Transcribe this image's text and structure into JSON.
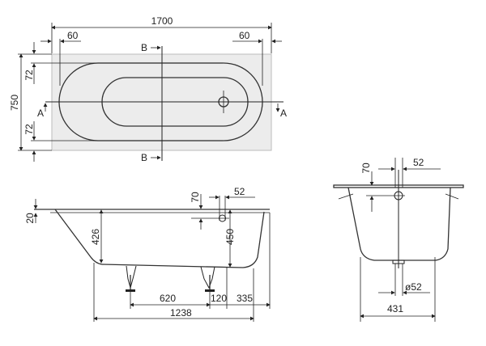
{
  "top_view": {
    "length": "1700",
    "rim_left": "60",
    "rim_right": "60",
    "width": "750",
    "rim_top": "72",
    "rim_bottom": "72",
    "section_b": "B",
    "section_a": "A"
  },
  "side_view": {
    "rim_thickness": "20",
    "depth_inner": "426",
    "overflow_height": "70",
    "overflow_diameter": "52",
    "total_height": "450",
    "leg_spacing": "620",
    "drain_offset": "120",
    "drain_to_end": "335",
    "bottom_length": "1238"
  },
  "end_view": {
    "overflow_height": "70",
    "overflow_diameter": "52",
    "drain_diameter": "ø52",
    "bottom_width": "431"
  }
}
